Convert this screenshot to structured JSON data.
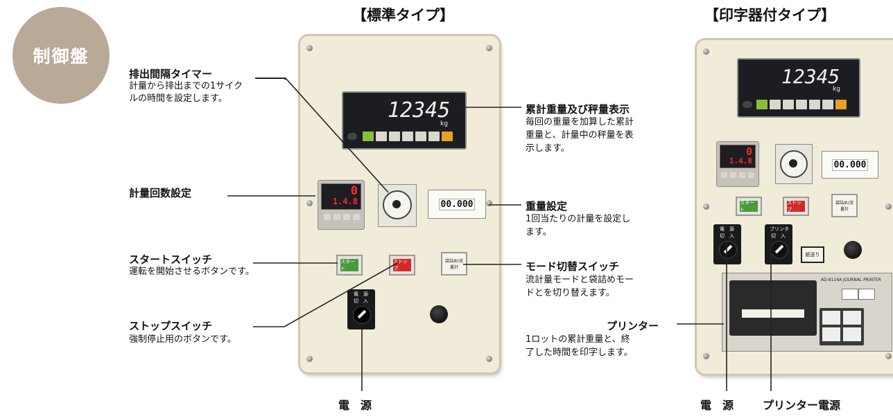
{
  "category_badge": "制御盤",
  "titles": {
    "standard": "【標準タイプ】",
    "printer_type": "【印字器付タイプ】"
  },
  "callouts": {
    "discharge_timer": {
      "title": "排出間隔タイマー",
      "desc": [
        "計量から排出までの1サイク",
        "ルの時間を設定します。"
      ]
    },
    "count_setting": {
      "title": "計量回数設定"
    },
    "start_switch": {
      "title": "スタートスイッチ",
      "desc": [
        "運転を開始させるボタンです。"
      ]
    },
    "stop_switch": {
      "title": "ストップスイッチ",
      "desc": [
        "強制停止用のボタンです。"
      ]
    },
    "total_weight_display": {
      "title": "累計重量及び秤量表示",
      "desc": [
        "毎回の重量を加算した累計",
        "重量と、計量中の秤量を表",
        "示します。"
      ]
    },
    "weight_setting": {
      "title": "重量設定",
      "desc": [
        "1回当たりの計量を設定し",
        "ます。"
      ]
    },
    "mode_switch": {
      "title": "モード切替スイッチ",
      "desc": [
        "流計量モードと袋詰めモー",
        "ドとを切り替えます。"
      ]
    },
    "printer": {
      "title": "プリンター",
      "desc": [
        "1ロットの累計重量と、終",
        "了した時間を印字します。"
      ]
    }
  },
  "bottom_labels": {
    "power_standard": "電　源",
    "power_printer_type": "電　源",
    "printer_power": "プリンター電源"
  },
  "panel_text": {
    "display_value": "12345",
    "display_unit": "kg",
    "counter_top": "0",
    "counter_bottom": "1.4.8",
    "weight_digits": "00.000",
    "weight_digits_printer_type": "00.000",
    "start_button": "スタート",
    "stop_button": "ストップ",
    "mode_button": "袋詰め/流量計",
    "mode_button_small": "袋詰め/流量計",
    "key_power": "電　源",
    "key_power_sub": "切　入",
    "key_printer": "プリンタ",
    "key_printer_sub": "切　入",
    "paper_feed_button": "紙送り",
    "printer_model": "AD-8116A JOURNAL PRINTER"
  },
  "colors": {
    "badge": "#b9aa98",
    "panel": "#f1ecd9",
    "start_green": "#4a9a3c",
    "stop_red": "#d22a2a",
    "led_red": "#ff2a2a"
  }
}
